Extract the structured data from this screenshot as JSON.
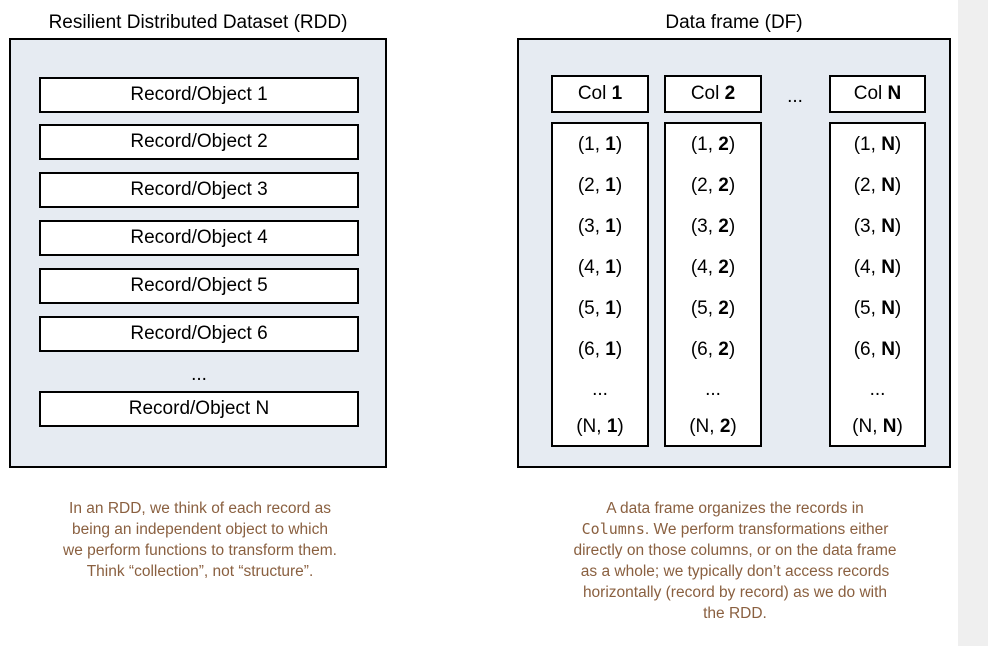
{
  "rdd": {
    "title": "Resilient Distributed Dataset (RDD)",
    "records": [
      "Record/Object 1",
      "Record/Object 2",
      "Record/Object 3",
      "Record/Object 4",
      "Record/Object 5",
      "Record/Object 6"
    ],
    "ellipsis": "...",
    "last_record": "Record/Object N",
    "caption_lines": [
      "In an RDD, we think of each record as",
      "being an independent object to which",
      "we perform functions to transform them.",
      "Think “collection”, not “structure”."
    ]
  },
  "df": {
    "title": "Data frame (DF)",
    "ellipsis": "...",
    "columns": [
      {
        "head_prefix": "Col ",
        "head_bold": "1",
        "cells": [
          [
            "(1, ",
            "1",
            ")"
          ],
          [
            "(2, ",
            "1",
            ")"
          ],
          [
            "(3, ",
            "1",
            ")"
          ],
          [
            "(4, ",
            "1",
            ")"
          ],
          [
            "(5, ",
            "1",
            ")"
          ],
          [
            "(6, ",
            "1",
            ")"
          ],
          [
            "...",
            "",
            ""
          ],
          [
            "(N, ",
            "1",
            ")"
          ]
        ]
      },
      {
        "head_prefix": "Col ",
        "head_bold": "2",
        "cells": [
          [
            "(1, ",
            "2",
            ")"
          ],
          [
            "(2, ",
            "2",
            ")"
          ],
          [
            "(3, ",
            "2",
            ")"
          ],
          [
            "(4, ",
            "2",
            ")"
          ],
          [
            "(5, ",
            "2",
            ")"
          ],
          [
            "(6, ",
            "2",
            ")"
          ],
          [
            "...",
            "",
            ""
          ],
          [
            "(N, ",
            "2",
            ")"
          ]
        ]
      },
      {
        "head_prefix": "Col ",
        "head_bold": "N",
        "cells": [
          [
            "(1, ",
            "N",
            ")"
          ],
          [
            "(2, ",
            "N",
            ")"
          ],
          [
            "(3, ",
            "N",
            ")"
          ],
          [
            "(4, ",
            "N",
            ")"
          ],
          [
            "(5, ",
            "N",
            ")"
          ],
          [
            "(6, ",
            "N",
            ")"
          ],
          [
            "...",
            "",
            ""
          ],
          [
            "(N, ",
            "N",
            ")"
          ]
        ]
      }
    ],
    "caption": {
      "line1": "A data frame organizes the records in",
      "line2_code": "Columns",
      "line2_rest": ". We perform transformations either",
      "lines_rest": [
        "directly on those columns, or on the data frame",
        "as a whole; we typically don’t access records",
        "horizontally (record by record) as we do with",
        "the RDD."
      ]
    }
  },
  "colors": {
    "panel_fill": "#e6ebf2",
    "caption_text": "#8a6040",
    "border": "#000000"
  }
}
